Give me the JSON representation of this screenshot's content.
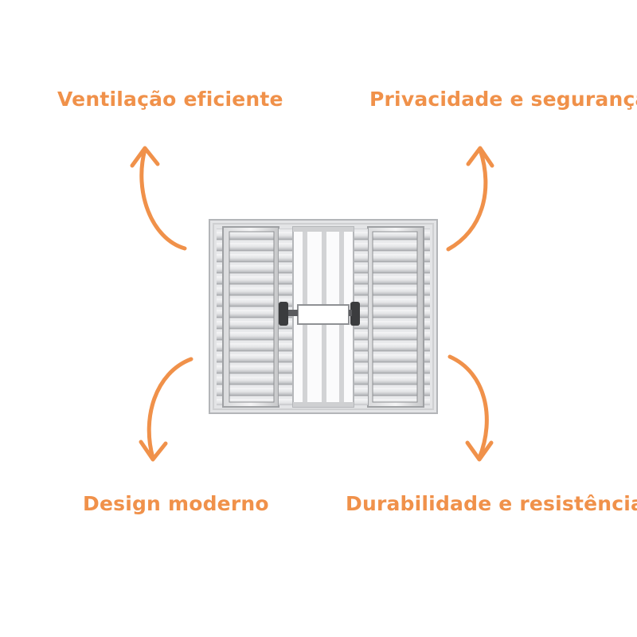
{
  "features": {
    "top_left": "Ventilação eficiente",
    "top_right": "Privacidade e segurança",
    "bottom_left": "Design moderno",
    "bottom_right": "Durabilidade e resistência"
  },
  "colors": {
    "accent": "#f0914a",
    "frame": "#c9cacc",
    "glass": "#e6e7e9"
  },
  "image": {
    "icon": "aluminum-louver-window"
  }
}
